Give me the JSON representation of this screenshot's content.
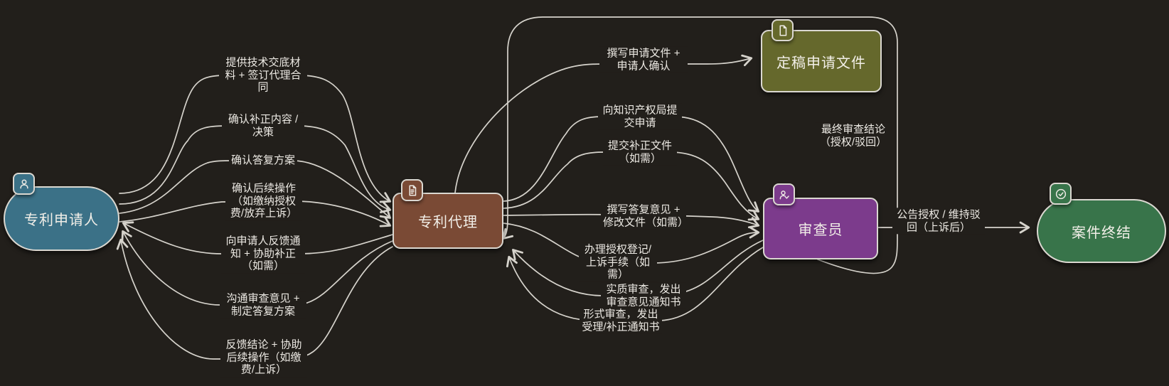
{
  "diagram": {
    "background": "#221F1B",
    "edge_color": "#D6D3CC",
    "nodes": {
      "applicant": {
        "label": "专利申请人",
        "color": "#3B7187",
        "icon": "user-icon"
      },
      "agent": {
        "label": "专利代理",
        "color": "#7A4A35",
        "icon": "file-text-icon"
      },
      "final_docs": {
        "label": "定稿申请文件",
        "color": "#65682C",
        "icon": "file-icon"
      },
      "examiner": {
        "label": "审查员",
        "color": "#7C3B8C",
        "icon": "user-check-icon"
      },
      "case_closed": {
        "label": "案件终结",
        "color": "#38744A",
        "icon": "check-circle-icon"
      }
    },
    "edges": {
      "e1": {
        "from": "applicant",
        "to": "agent",
        "label": "提供技术交底材料 + 签订代理合同"
      },
      "e2": {
        "from": "applicant",
        "to": "agent",
        "label": "确认补正内容 / 决策"
      },
      "e3": {
        "from": "applicant",
        "to": "agent",
        "label": "确认答复方案"
      },
      "e4": {
        "from": "applicant",
        "to": "agent",
        "label": "确认后续操作（如缴纳授权费/放弃上诉）"
      },
      "e5": {
        "from": "agent",
        "to": "applicant",
        "label": "向申请人反馈通知 + 协助补正（如需）"
      },
      "e6": {
        "from": "agent",
        "to": "applicant",
        "label": "沟通审查意见 + 制定答复方案"
      },
      "e7": {
        "from": "agent",
        "to": "applicant",
        "label": "反馈结论 + 协助后续操作（如缴费/上诉）"
      },
      "e8": {
        "from": "agent",
        "to": "final_docs",
        "label": "撰写申请文件 + 申请人确认"
      },
      "e9": {
        "from": "agent",
        "to": "examiner",
        "label": "向知识产权局提交申请"
      },
      "e10": {
        "from": "agent",
        "to": "examiner",
        "label": "提交补正文件（如需）"
      },
      "e11": {
        "from": "agent",
        "to": "examiner",
        "label": "撰写答复意见 + 修改文件（如需）"
      },
      "e12": {
        "from": "agent",
        "to": "examiner",
        "label": "办理授权登记/上诉手续（如需）"
      },
      "e13": {
        "from": "examiner",
        "to": "agent",
        "label": "实质审查，发出审查意见通知书"
      },
      "e14": {
        "from": "examiner",
        "to": "agent",
        "label": "形式审查，发出受理/补正通知书"
      },
      "e15": {
        "from": "examiner",
        "to": "agent",
        "label": "最终审查结论（授权/驳回）"
      },
      "e16": {
        "from": "examiner",
        "to": "case_closed",
        "label": "公告授权 / 维持驳回（上诉后）"
      }
    }
  }
}
